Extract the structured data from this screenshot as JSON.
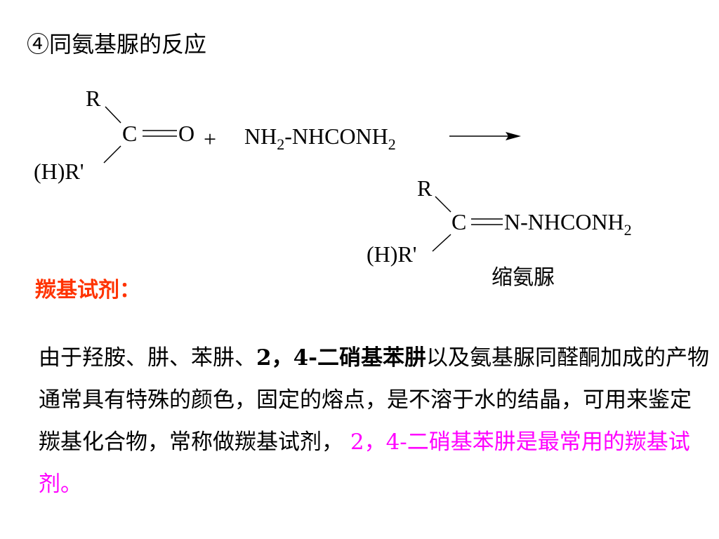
{
  "title": "④同氨基脲的反应",
  "reaction": {
    "reactant_r": "R",
    "reactant_c": "C",
    "reactant_o": "O",
    "reactant_hr": "(H)R'",
    "plus": "+",
    "reagent_nh": "NH",
    "reagent_sub1": "2",
    "reagent_mid": "-NHCONH",
    "reagent_sub2": "2",
    "product_r": "R",
    "product_c": "C",
    "product_n": "N-NHCONH",
    "product_sub": "2",
    "product_hr": "(H)R'",
    "product_name": "缩氨脲"
  },
  "section_label": "羰基试剂：",
  "paragraph": {
    "p1": "由于羟胺、肼、苯肼、",
    "p2_bold": "2，4-二硝基苯肼",
    "p3": "以及氨基脲同醛酮加成的产物通常具有特殊的颜色，固定的熔点，是不溶于水的结晶，可用来鉴定羰基化合物，常称做羰基试剂，",
    "p4_highlight": "2，4-二硝基苯肼是最常用的羰基试剂。"
  },
  "colors": {
    "label": "#ff3300",
    "highlight": "#ff00ff"
  }
}
